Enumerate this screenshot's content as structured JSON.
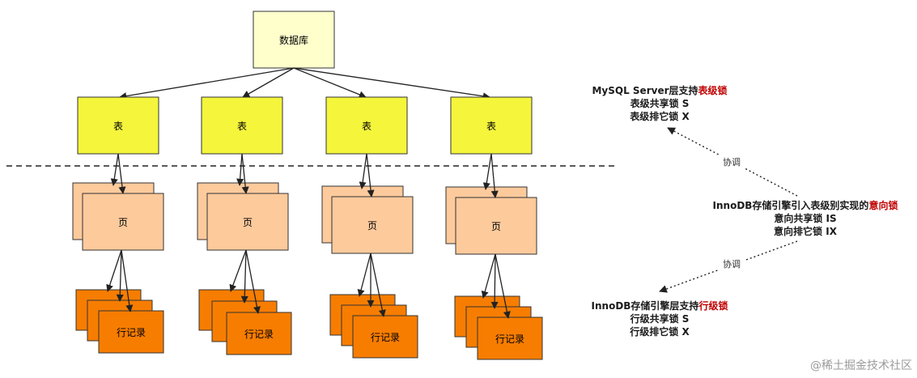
{
  "database": {
    "label": "数据库"
  },
  "columns": [
    {
      "table": "表",
      "page": "页",
      "record": "行记录"
    },
    {
      "table": "表",
      "page": "页",
      "record": "行记录"
    },
    {
      "table": "表",
      "page": "页",
      "record": "行记录"
    },
    {
      "table": "表",
      "page": "页",
      "record": "行记录"
    }
  ],
  "notes": {
    "server": {
      "line1_prefix": "MySQL Server层支持",
      "line1_highlight": "表级锁",
      "line2": "表级共享锁 S",
      "line3": "表级排它锁 X"
    },
    "intent": {
      "line1_prefix": "InnoDB存储引擎引入表级别实现的",
      "line1_highlight": "意向锁",
      "line2": "意向共享锁 IS",
      "line3": "意向排它锁 IX"
    },
    "row": {
      "line1_prefix": "InnoDB存储引擎层支持",
      "line1_highlight": "行级锁",
      "line2": "行级共享锁 S",
      "line3": "行级排它锁 X"
    }
  },
  "coordinate_labels": [
    "协调",
    "协调"
  ],
  "watermark": "@稀土掘金技术社区",
  "colors": {
    "db_fill": "#ffffcc",
    "table_fill": "#f5f53c",
    "page_fill": "#fdca9c",
    "record_fill": "#f77d00",
    "highlight": "#c00000"
  }
}
